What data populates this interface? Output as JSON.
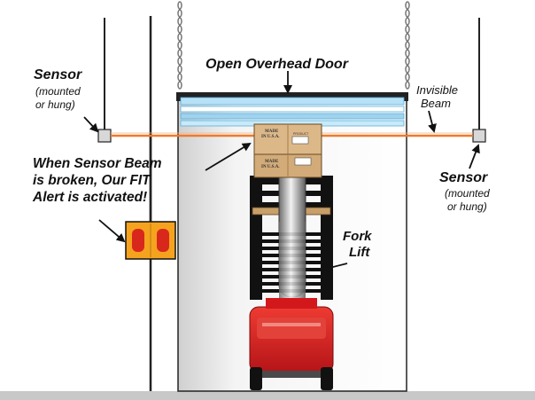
{
  "labels": {
    "door": "Open Overhead Door",
    "beam_line1": "Invisible",
    "beam_line2": "Beam",
    "sensor_left_title": "Sensor",
    "sensor_left_line1": "(mounted",
    "sensor_left_line2": "or hung)",
    "sensor_right_title": "Sensor",
    "sensor_right_line1": "(mounted",
    "sensor_right_line2": "or hung)",
    "alert_line1": "When Sensor Beam",
    "alert_line2": "is broken, Our FIT",
    "alert_line3": "Alert is activated!",
    "forklift_line1": "Fork",
    "forklift_line2": "Lift"
  },
  "box_markings": {
    "top_box_made": "MADE",
    "top_box_origin": "IN U.S.A.",
    "bottom_box_made": "MADE",
    "bottom_box_origin": "IN U.S.A.",
    "product_tag": "PRODUCT"
  },
  "colors": {
    "beam": "#f07a2a",
    "alert_light": "#f5a31e",
    "alert_lamp": "#d8281c",
    "door_blue": "#9fd3ee",
    "forklift_red": "#d3181b",
    "box_tan": "#dcb889",
    "room_wall": "#eeeeee"
  }
}
